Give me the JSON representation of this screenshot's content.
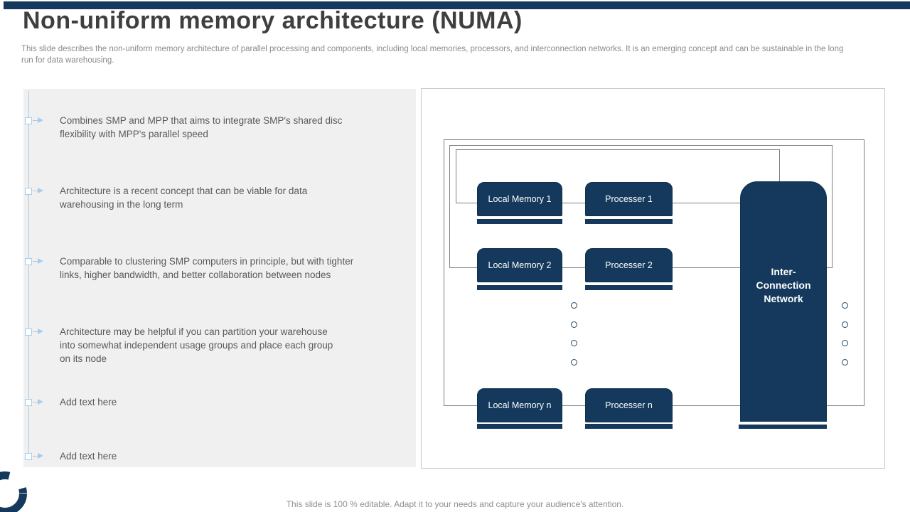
{
  "slide": {
    "title": "Non-uniform memory architecture (NUMA)",
    "subtitle": "This slide describes the non-uniform memory architecture of parallel processing and components, including local memories, processors, and interconnection networks. It is an emerging concept and can be sustainable in the long\nrun for data warehousing.",
    "footer": "This slide is 100 % editable. Adapt it to your needs and capture your audience's attention."
  },
  "bullets": [
    {
      "text": "Combines SMP and MPP that aims to integrate SMP's shared disc\nflexibility with MPP's parallel speed"
    },
    {
      "text": "Architecture is a recent concept that can be viable for data\nwarehousing in the long term"
    },
    {
      "text": "Comparable to clustering SMP computers in principle, but with tighter\nlinks, higher bandwidth, and better collaboration between nodes"
    },
    {
      "text": "Architecture may be helpful if you can partition your warehouse\ninto somewhat independent usage groups and place each group\non its node"
    },
    {
      "text": "Add text here"
    },
    {
      "text": "Add text here"
    }
  ],
  "diagram": {
    "nodes": [
      {
        "label": "Local Memory 1"
      },
      {
        "label": "Processer 1"
      },
      {
        "label": "Local Memory 2"
      },
      {
        "label": "Processer 2"
      },
      {
        "label": "Local Memory n"
      },
      {
        "label": "Processer n"
      }
    ],
    "interconnection_label": "Inter-\nConnection\nNetwork"
  },
  "colors": {
    "navy": "#14395c",
    "light_blue_accent": "#a9cde9",
    "panel_gray": "#f0f0f0",
    "title_gray": "#3f3f3f",
    "body_gray": "#595959",
    "muted_gray": "#8a8a8a"
  }
}
